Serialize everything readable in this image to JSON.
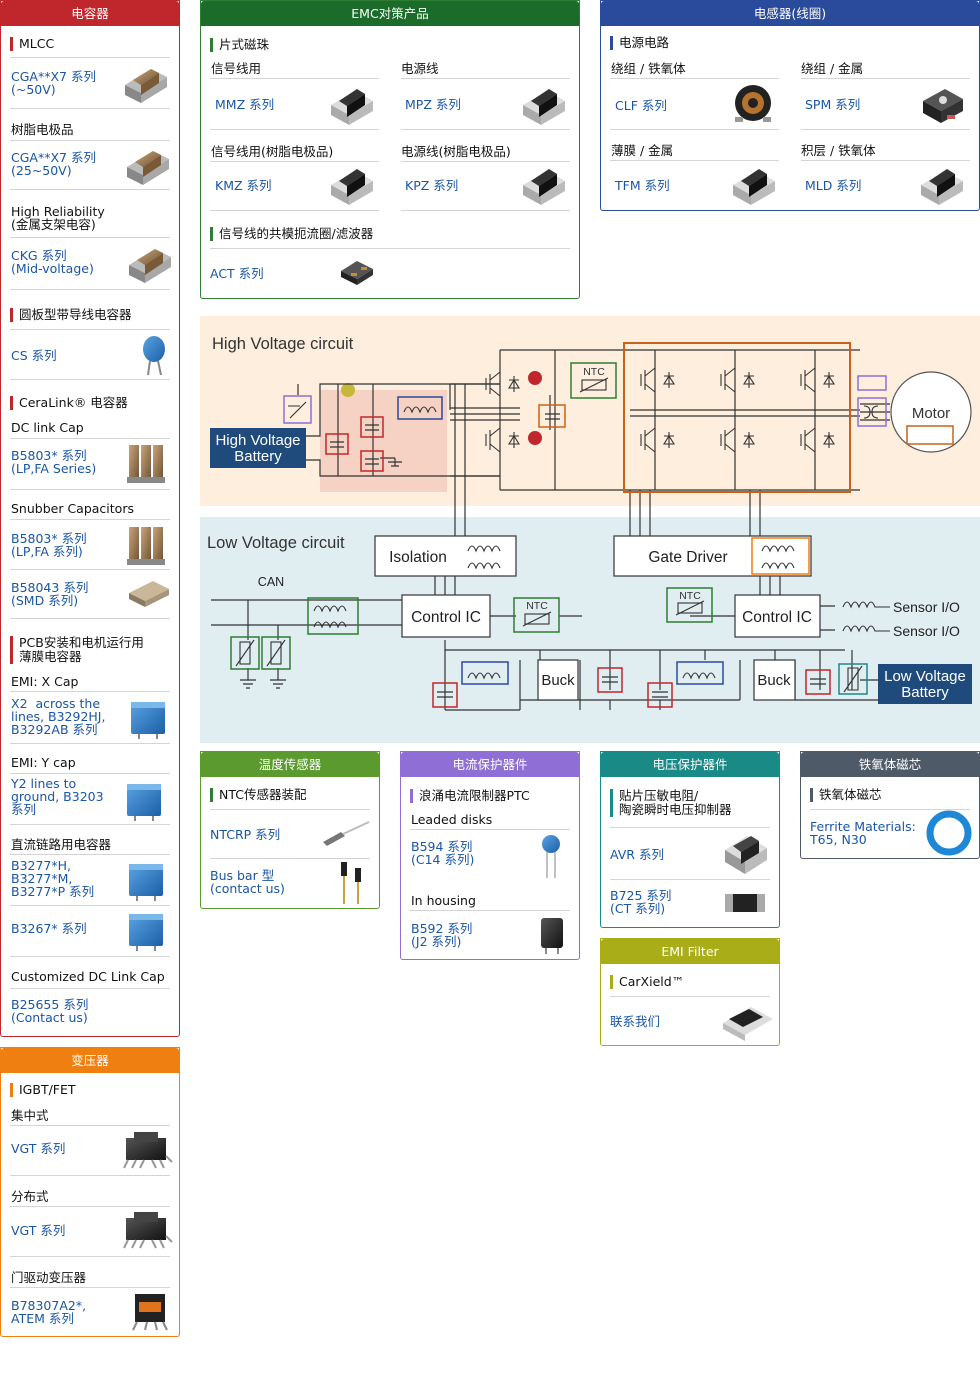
{
  "capacitors": {
    "title": "电容器",
    "mlcc": "MLCC",
    "cga1": "CGA**X7 系列\n(~50V)",
    "resin": "树脂电极品",
    "cga2": "CGA**X7 系列\n(25~50V)",
    "hr": "High Reliability\n(金属支架电容)",
    "ckg": "CKG 系列\n(Mid-voltage)",
    "disc": "圆板型带导线电容器",
    "cs": "CS 系列",
    "ceralink": "CeraLink® 电容器",
    "dclink": "DC link Cap",
    "b5803a": "B5803* 系列\n(LP,FA Series)",
    "snubber": "Snubber Capacitors",
    "b5803b": "B5803* 系列\n(LP,FA 系列)",
    "b58043": "B58043 系列\n(SMD 系列)",
    "pcb": "PCB安装和电机运行用\n薄膜电容器",
    "emix": "EMI: X Cap",
    "x2": "X2  across the\nlines, B3292HJ,\nB3292AB 系列",
    "emiy": "EMI: Y cap",
    "y2": "Y2 lines to\nground, B3203\n系列",
    "dclinkfilm": "直流链路用电容器",
    "b3277": "B3277*H,\nB3277*M,\nB3277*P 系列",
    "b3267": "B3267* 系列",
    "custom": "Customized DC Link Cap",
    "b25655": "B25655 系列\n(Contact us)"
  },
  "transformers": {
    "title": "变压器",
    "igbt": "IGBT/FET",
    "central": "集中式",
    "vgt1": "VGT 系列",
    "dist": "分布式",
    "vgt2": "VGT 系列",
    "gate": "门驱动变压器",
    "b78307": "B78307A2*,\nATEM 系列"
  },
  "emc": {
    "title": "EMC对策产品",
    "chip": "片式磁珠",
    "signal": "信号线用",
    "power": "电源线",
    "mmz": "MMZ 系列",
    "mpz": "MPZ 系列",
    "signal_resin": "信号线用(树脂电极品)",
    "power_resin": "电源线(树脂电极品)",
    "kmz": "KMZ 系列",
    "kpz": "KPZ 系列",
    "cmc": "信号线的共模扼流圈/滤波器",
    "act": "ACT 系列"
  },
  "inductors": {
    "title": "电感器(线圈)",
    "power": "电源电路",
    "wf": "绕组 / 铁氧体",
    "wm": "绕组 / 金属",
    "clf": "CLF 系列",
    "spm": "SPM 系列",
    "tf": "薄膜 / 金属",
    "lf": "积层 / 铁氧体",
    "tfm": "TFM 系列",
    "mld": "MLD 系列"
  },
  "circuit": {
    "hv_title": "High Voltage circuit",
    "hv_battery": "High Voltage\nBattery",
    "motor": "Motor",
    "ntc": "NTC",
    "lv_title": "Low Voltage circuit",
    "can": "CAN",
    "isolation": "Isolation",
    "gate_driver": "Gate Driver",
    "control_ic": "Control IC",
    "buck": "Buck",
    "sensor_io": "Sensor I/O",
    "lv_battery": "Low Voltage\nBattery"
  },
  "temp": {
    "title": "温度传感器",
    "ntc": "NTC传感器装配",
    "ntcrp": "NTCRP 系列",
    "busbar": "Bus bar 型\n(contact us)"
  },
  "current": {
    "title": "电流保护器件",
    "ptc": "浪涌电流限制器PTC",
    "leaded": "Leaded disks",
    "b594": "B594 系列\n(C14 系列)",
    "housing": "In housing",
    "b592": "B592 系列\n(J2 系列)"
  },
  "voltage": {
    "title": "电压保护器件",
    "smd": "贴片压敏电阻/\n陶瓷瞬时电压抑制器",
    "avr": "AVR 系列",
    "b725": "B725 系列\n(CT 系列)"
  },
  "emi": {
    "title": "EMI Filter",
    "carxield": "CarXield™",
    "contact": "联系我们"
  },
  "ferrite": {
    "title": "铁氧体磁芯",
    "cores": "铁氧体磁芯",
    "materials": "Ferrite Materials:\nT65, N30"
  },
  "colors": {
    "red": "#c0272d",
    "green": "#2e7d32",
    "blue": "#2a4b9b",
    "orange": "#f07f12",
    "lime": "#5a9a2e",
    "purple": "#8f6ed5",
    "teal": "#1a8a86",
    "gray": "#4f5a68",
    "olive": "#a9ae18",
    "link": "#1a56a6"
  }
}
